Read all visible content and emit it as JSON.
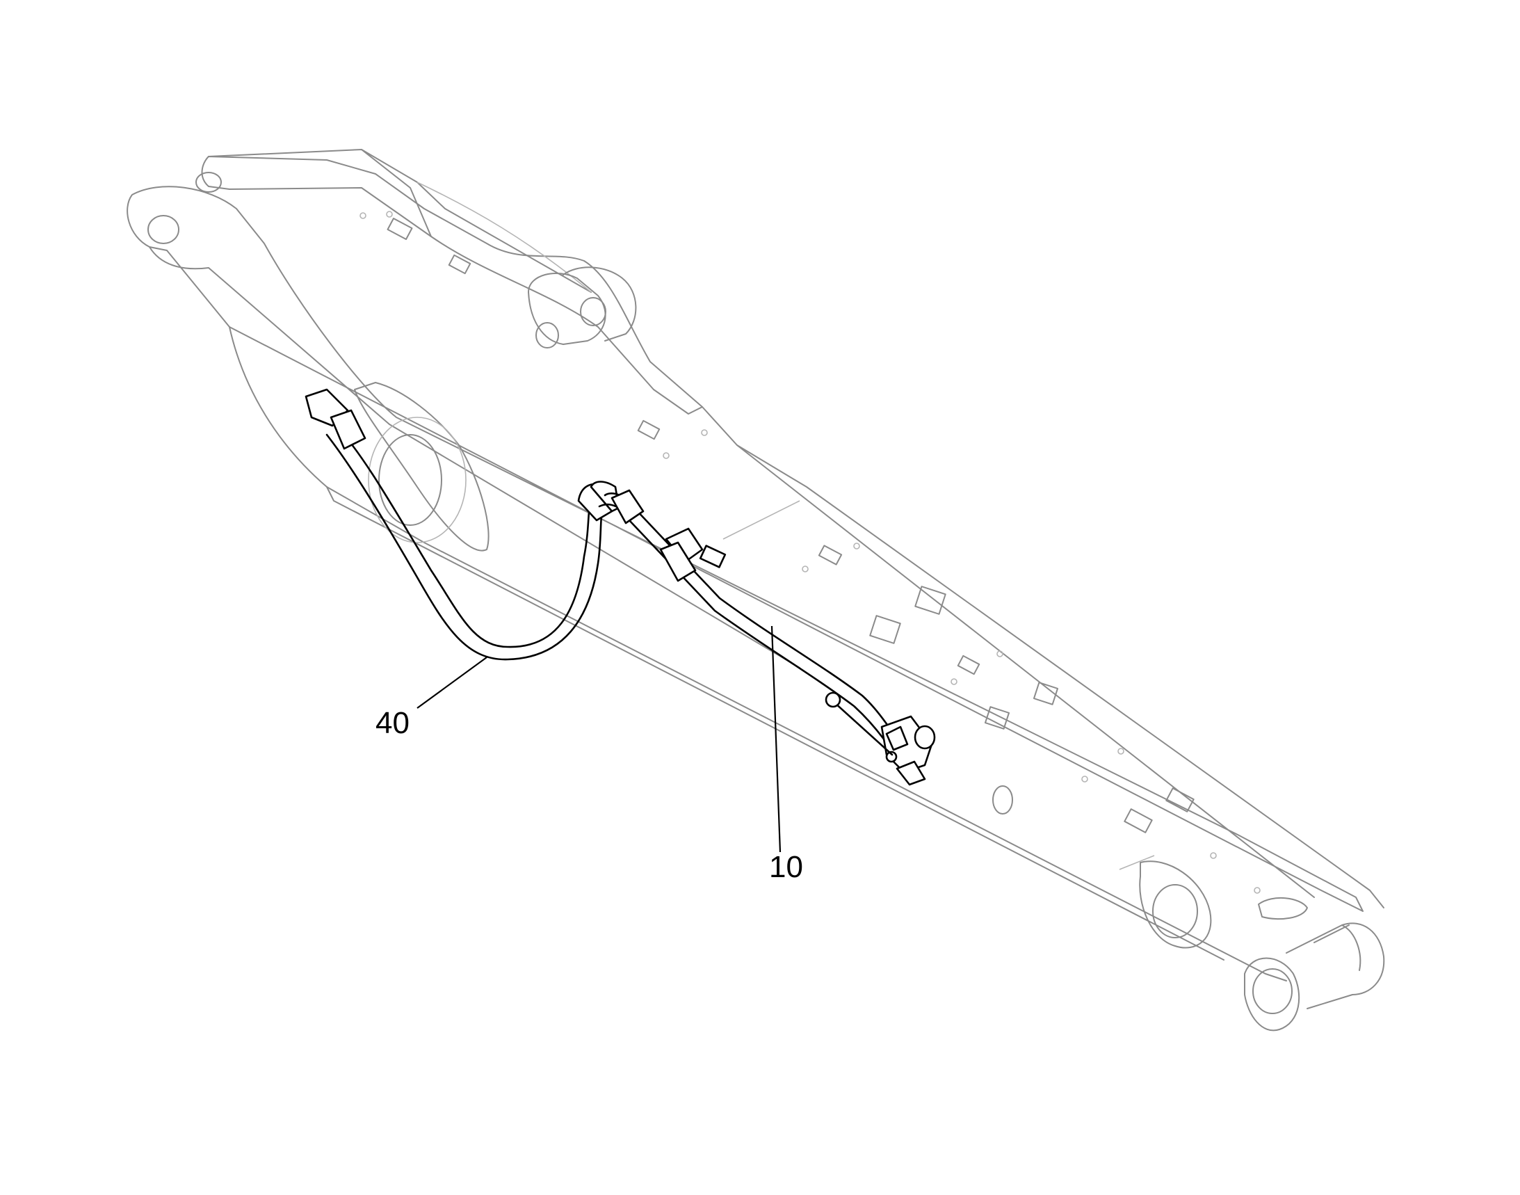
{
  "callouts": [
    {
      "id": "hose",
      "label": "40"
    },
    {
      "id": "pipe-assembly",
      "label": "10"
    }
  ]
}
